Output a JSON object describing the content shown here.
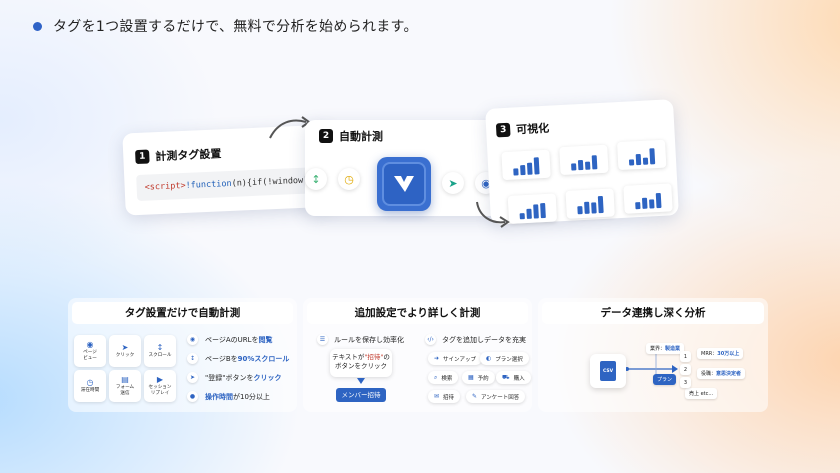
{
  "headline": "タグを1つ設置するだけで、無料で分析を始められます。",
  "steps": [
    {
      "num": "1",
      "title": "計測タグ設置"
    },
    {
      "num": "2",
      "title": "自動計測"
    },
    {
      "num": "3",
      "title": "可視化"
    }
  ],
  "code": {
    "tag": "<script>",
    "fn": "!function",
    "rest": "(n){if(!window[n]"
  },
  "mini_charts": [
    {
      "values": [
        0.35,
        0.5,
        0.6,
        0.85
      ]
    },
    {
      "values": [
        0.35,
        0.5,
        0.4,
        0.7
      ]
    },
    {
      "values": [
        0.3,
        0.55,
        0.35,
        0.8
      ]
    },
    {
      "values": [
        0.3,
        0.5,
        0.7,
        0.75
      ]
    },
    {
      "values": [
        0.4,
        0.6,
        0.55,
        0.85
      ]
    },
    {
      "values": [
        0.35,
        0.55,
        0.45,
        0.75
      ]
    }
  ],
  "panels": {
    "p1": {
      "title": "タグ設置だけで自動計測",
      "tiles": [
        {
          "icon": "eye-icon",
          "label": "ページ\nビュー"
        },
        {
          "icon": "pointer-icon",
          "label": "クリック"
        },
        {
          "icon": "scroll-icon",
          "label": "スクロール"
        },
        {
          "icon": "clock-icon",
          "label": "滞在時間"
        },
        {
          "icon": "form-icon",
          "label": "フォーム\n送信"
        },
        {
          "icon": "replay-icon",
          "label": "セッション\nリプレイ"
        }
      ],
      "features": [
        {
          "pre": "ページAのURLを",
          "hl": "閲覧",
          "post": ""
        },
        {
          "pre": "ページBを",
          "hl": "90%スクロール",
          "post": ""
        },
        {
          "pre": "\"登録\"ボタンを",
          "hl": "クリック",
          "post": ""
        },
        {
          "pre": "",
          "hl": "操作時間",
          "post": "が10分以上"
        }
      ]
    },
    "p2": {
      "title": "追加設定でより詳しく計測",
      "rule_label": "ルールを保存し効率化",
      "tag_label": "タグを追加しデータを充実",
      "bubble_line1_pre": "テキストが",
      "bubble_line1_q": "\"招待\"",
      "bubble_line1_post": "の",
      "bubble_line2": "ボタンをクリック",
      "button": "メンバー招待",
      "pills": [
        "サインアップ",
        "プラン選択",
        "検索",
        "予約",
        "購入",
        "招待",
        "アンケート回答"
      ]
    },
    "p3": {
      "title": "データ連携し深く分析",
      "csv": "CSV",
      "tags": {
        "industry_label": "業界：",
        "industry_value": "製造業",
        "mrr_label": "MRR：",
        "mrr_value": "30万以上",
        "plan": "プラン",
        "role_label": "役職：",
        "role_value": "意思決定者",
        "sales": "売上 etc...",
        "nums": [
          "1",
          "2",
          "3"
        ]
      }
    }
  }
}
